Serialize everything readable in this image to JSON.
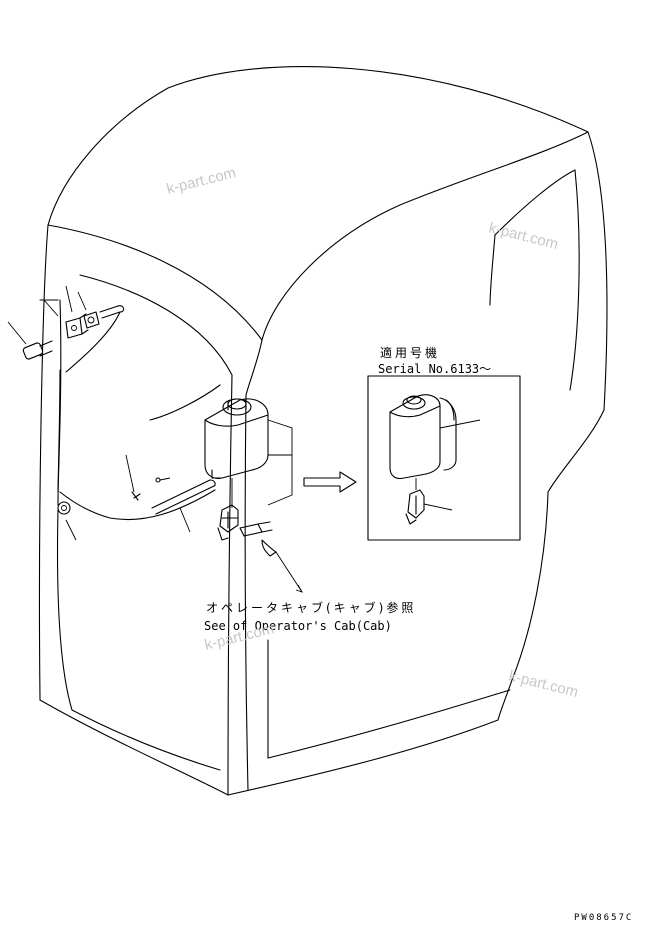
{
  "callout_detail": {
    "title_jp": "適用号機",
    "serial": "Serial No.6133～"
  },
  "reference_note": {
    "jp": "オペレータキャブ(キャブ)参照",
    "en": "See of Operator's Cab(Cab)"
  },
  "watermarks": [
    "k-part.com",
    "k-part.com",
    "k-part.com",
    "k-part.com"
  ],
  "drawing_code": "PW08657C"
}
